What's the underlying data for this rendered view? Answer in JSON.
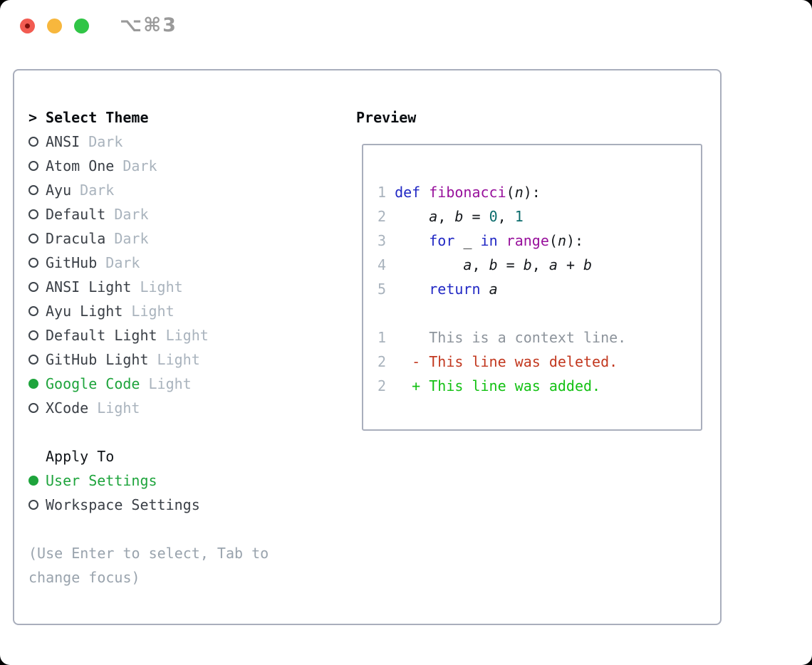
{
  "window": {
    "shortcut": "⌥⌘3",
    "traffic_lights": {
      "red": "#f25b51",
      "red_dot": "#7f100c",
      "yellow": "#f7b73d",
      "green": "#30c546"
    }
  },
  "colors": {
    "accent_green": "#1ea43c",
    "muted": "#a9b3bd",
    "item_ink": "#3a3f46",
    "header_ink": "#0a0d11",
    "help_gray": "#99a3ad",
    "panel_border": "#a9aebc"
  },
  "theme_selector": {
    "header": {
      "marker": ">",
      "label": "Select Theme"
    },
    "themes": [
      {
        "name": "ANSI",
        "variant": "Dark",
        "selected": false
      },
      {
        "name": "Atom One",
        "variant": "Dark",
        "selected": false
      },
      {
        "name": "Ayu",
        "variant": "Dark",
        "selected": false
      },
      {
        "name": "Default",
        "variant": "Dark",
        "selected": false
      },
      {
        "name": "Dracula",
        "variant": "Dark",
        "selected": false
      },
      {
        "name": "GitHub",
        "variant": "Dark",
        "selected": false
      },
      {
        "name": "ANSI Light",
        "variant": "Light",
        "selected": false
      },
      {
        "name": "Ayu Light",
        "variant": "Light",
        "selected": false
      },
      {
        "name": "Default Light",
        "variant": "Light",
        "selected": false
      },
      {
        "name": "GitHub Light",
        "variant": "Light",
        "selected": false
      },
      {
        "name": "Google Code",
        "variant": "Light",
        "selected": true
      },
      {
        "name": "XCode",
        "variant": "Light",
        "selected": false
      }
    ],
    "apply_to": {
      "header": "Apply To",
      "options": [
        {
          "label": "User Settings",
          "selected": true
        },
        {
          "label": "Workspace Settings",
          "selected": false
        }
      ]
    },
    "help_lines": [
      "(Use Enter to select, Tab to",
      "change focus)"
    ]
  },
  "preview": {
    "header": "Preview",
    "token_colors": {
      "num": "#a9b3bd",
      "kw": "#2128c4",
      "fn": "#98119c",
      "lit": "#0b6c6c",
      "pl": "#16191d",
      "va": "#16191d",
      "ctx": "#8d949c",
      "del": "#c2381f",
      "add": "#13c113"
    },
    "lines": [
      {
        "num": "1",
        "segments": [
          {
            "c": "kw",
            "t": "def"
          },
          {
            "c": "pl",
            "t": " "
          },
          {
            "c": "fn",
            "t": "fibonacci"
          },
          {
            "c": "pl",
            "t": "("
          },
          {
            "c": "va",
            "t": "n"
          },
          {
            "c": "pl",
            "t": "):"
          }
        ]
      },
      {
        "num": "2",
        "segments": [
          {
            "c": "pl",
            "t": "    "
          },
          {
            "c": "va",
            "t": "a"
          },
          {
            "c": "pl",
            "t": ", "
          },
          {
            "c": "va",
            "t": "b"
          },
          {
            "c": "pl",
            "t": " = "
          },
          {
            "c": "lit",
            "t": "0"
          },
          {
            "c": "pl",
            "t": ", "
          },
          {
            "c": "lit",
            "t": "1"
          }
        ]
      },
      {
        "num": "3",
        "segments": [
          {
            "c": "pl",
            "t": "    "
          },
          {
            "c": "kw",
            "t": "for"
          },
          {
            "c": "pl",
            "t": " "
          },
          {
            "c": "va",
            "t": "_"
          },
          {
            "c": "pl",
            "t": " "
          },
          {
            "c": "kw",
            "t": "in"
          },
          {
            "c": "pl",
            "t": " "
          },
          {
            "c": "fn",
            "t": "range"
          },
          {
            "c": "pl",
            "t": "("
          },
          {
            "c": "va",
            "t": "n"
          },
          {
            "c": "pl",
            "t": "):"
          }
        ]
      },
      {
        "num": "4",
        "segments": [
          {
            "c": "pl",
            "t": "        "
          },
          {
            "c": "va",
            "t": "a"
          },
          {
            "c": "pl",
            "t": ", "
          },
          {
            "c": "va",
            "t": "b"
          },
          {
            "c": "pl",
            "t": " = "
          },
          {
            "c": "va",
            "t": "b"
          },
          {
            "c": "pl",
            "t": ", "
          },
          {
            "c": "va",
            "t": "a"
          },
          {
            "c": "pl",
            "t": " + "
          },
          {
            "c": "va",
            "t": "b"
          }
        ]
      },
      {
        "num": "5",
        "segments": [
          {
            "c": "pl",
            "t": "    "
          },
          {
            "c": "kw",
            "t": "return"
          },
          {
            "c": "pl",
            "t": " "
          },
          {
            "c": "va",
            "t": "a"
          }
        ]
      },
      {
        "num": "",
        "segments": []
      },
      {
        "num": "1",
        "segments": [
          {
            "c": "ctx",
            "t": "    This is a context line."
          }
        ]
      },
      {
        "num": "2",
        "segments": [
          {
            "c": "del",
            "t": "  - This line was deleted."
          }
        ]
      },
      {
        "num": "2",
        "segments": [
          {
            "c": "add",
            "t": "  + This line was added."
          }
        ]
      }
    ]
  }
}
